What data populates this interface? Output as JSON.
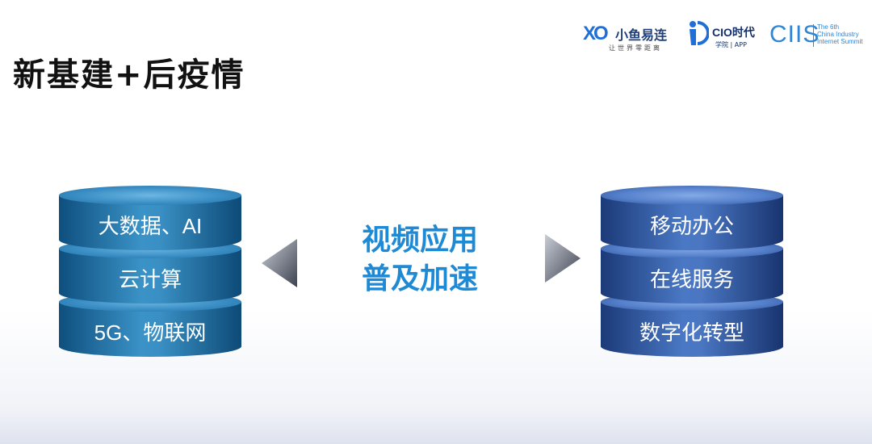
{
  "title": "新基建+后疫情",
  "logos": {
    "xiaoyu": {
      "mark": "XO",
      "name": "小鱼易连",
      "tagline": "让世界零距离"
    },
    "cio": {
      "name": "CIO时代",
      "sub": "学院 | APP"
    },
    "ciis": {
      "mark": "CIIS",
      "sub_lines": [
        "The 6th",
        "China Industry",
        "Internet Summit"
      ]
    }
  },
  "left_stack": [
    "大数据、AI",
    "云计算",
    "5G、物联网"
  ],
  "center": {
    "line1": "视频应用",
    "line2": "普及加速"
  },
  "right_stack": [
    "移动办公",
    "在线服务",
    "数字化转型"
  ],
  "colors": {
    "accent": "#1e8ad6",
    "left_disk": "#2f86bd",
    "right_disk": "#3d68b5"
  }
}
